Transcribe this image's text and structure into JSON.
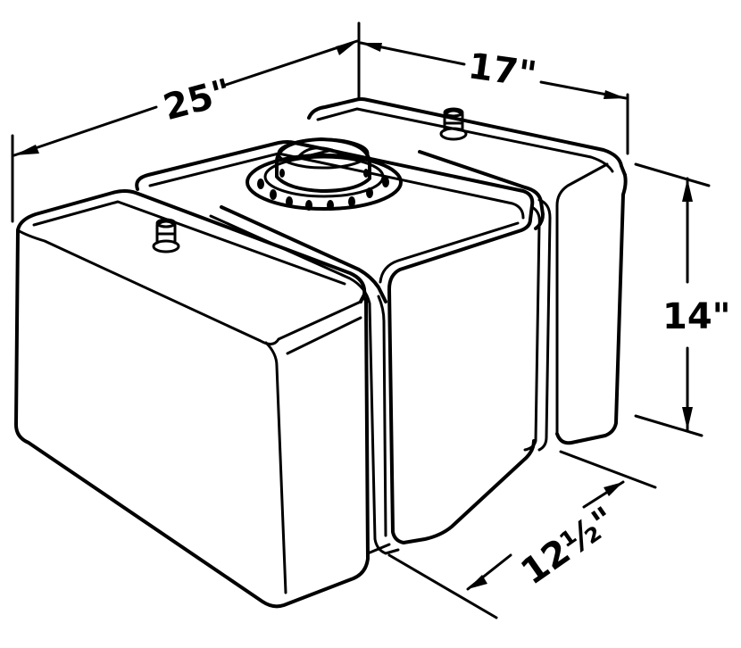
{
  "diagram": {
    "subject": "fuel-cell-tank",
    "ink_color": "#000000",
    "background_color": "#ffffff"
  },
  "dimensions": {
    "length": "25\"",
    "width": "17\"",
    "height": "14\"",
    "depth": "12½\""
  }
}
